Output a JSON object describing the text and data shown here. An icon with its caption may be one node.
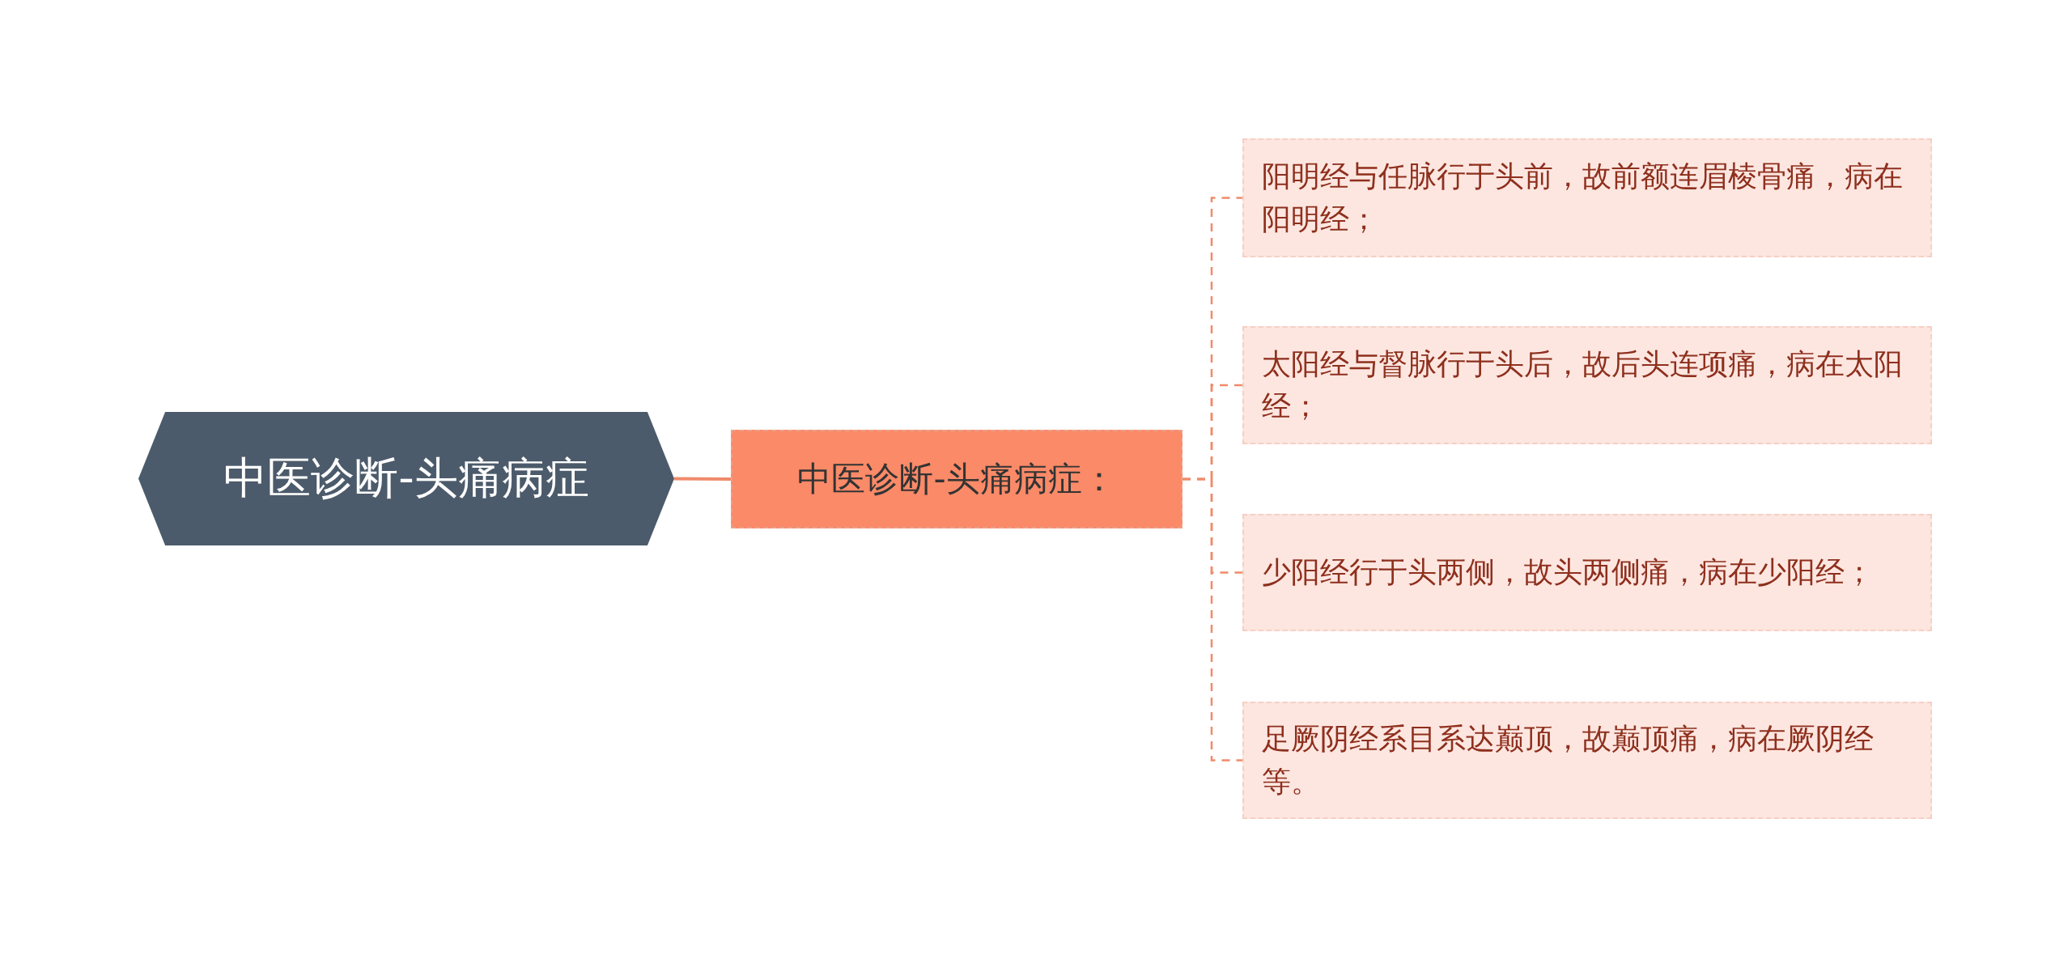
{
  "diagram": {
    "nodes": [
      {
        "text": [
          "中医诊断-头痛病症"
        ]
      },
      {
        "text": [
          "中医诊断-头痛病症："
        ]
      },
      {
        "text": [
          "阳明经与任脉行于头前，故前额连眉棱骨痛，病在阳明经；"
        ]
      },
      {
        "text": [
          "太阳经与督脉行于头后，故后头连项痛，病在太阳经；"
        ]
      },
      {
        "text": [
          "少阳经行于头两侧，故头两侧痛，病在少阳经；"
        ]
      },
      {
        "text": [
          "足厥阴经系目系达巅顶，故巅顶痛，病在厥阴经等。"
        ]
      }
    ],
    "edges": [
      {
        "from": 0,
        "to": 1,
        "arrow": "none"
      },
      {
        "from": 1,
        "to": 2,
        "arrow": "none",
        "style": "dashed"
      },
      {
        "from": 1,
        "to": 3,
        "arrow": "none",
        "style": "dashed"
      },
      {
        "from": 1,
        "to": 4,
        "arrow": "none",
        "style": "dashed"
      },
      {
        "from": 1,
        "to": 5,
        "arrow": "none",
        "style": "dashed"
      }
    ]
  }
}
